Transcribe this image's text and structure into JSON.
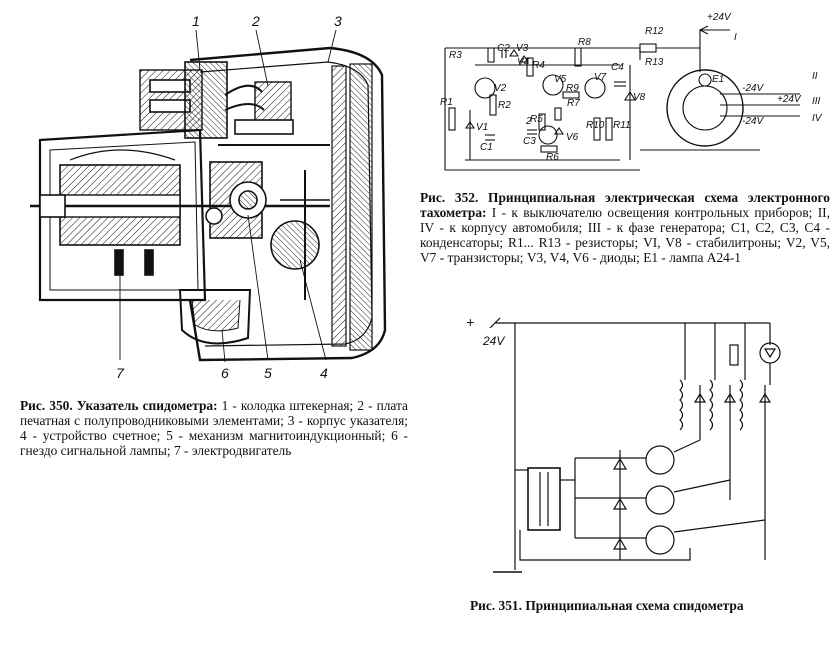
{
  "fig350": {
    "title": "Рис. 350. Указатель спидометра:",
    "text": " 1 - колодка штекерная; 2 - плата печатная с полупроводниковыми элементами; 3 - корпус указателя; 4 - устройство счетное; 5 - механизм магнитоиндукционный; 6 - гнездо сигнальной лампы; 7 - электродвигатель",
    "callouts": [
      "1",
      "2",
      "3",
      "4",
      "5",
      "6",
      "7"
    ]
  },
  "fig352": {
    "title": "Рис. 352. Принципиальная электрическая схема электронного тахометра:",
    "text": " I - к выключателю освещения контрольных приборов; II, IV - к корпусу автомобиля; III - к фазе генератора; C1, C2, C3, C4 - конденсаторы; R1... R13 - резисторы; VI, V8 - стабилитроны; V2, V5, V7 - транзисторы; V3, V4, V6 - диоды; E1 - лампа А24-1",
    "labels": {
      "r1": "R1",
      "r2": "R2",
      "r3": "R3",
      "r4": "R4",
      "r5": "R5",
      "r6": "R6",
      "r7": "R7",
      "r8": "R8",
      "r9": "R9",
      "r10": "R10",
      "r11": "R11",
      "r12": "R12",
      "r13": "R13",
      "c1": "C1",
      "c2": "C2",
      "c3": "C3",
      "c4": "C4",
      "v1": "V1",
      "v2": "V2",
      "v3": "V3",
      "v4": "V4",
      "v5": "V5",
      "v6": "V6",
      "v7": "V7",
      "v8": "V8",
      "e1": "E1",
      "two": "2",
      "supply": "+24V",
      "term1": "I",
      "term2": "II",
      "term3": "III",
      "term4": "IV",
      "w2": "-24V",
      "w3": "+24V",
      "w4": "-24V"
    }
  },
  "fig351": {
    "title": "Рис. 351. Принципиальная схема спидометра",
    "plus": "+",
    "supply": "24V"
  }
}
